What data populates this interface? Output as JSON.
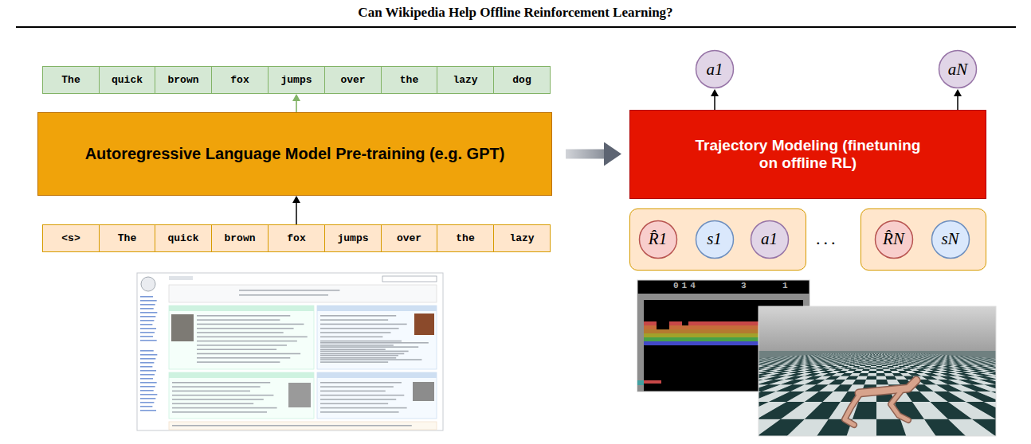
{
  "diagram": {
    "title": "Can Wikipedia Help Offline Reinforcement Learning?",
    "nodes": [
      {
        "text": [
          "The"
        ]
      },
      {
        "text": [
          "quick"
        ]
      },
      {
        "text": [
          "brown"
        ]
      },
      {
        "text": [
          "fox"
        ]
      },
      {
        "text": [
          "jumps"
        ]
      },
      {
        "text": [
          "over"
        ]
      },
      {
        "text": [
          "the"
        ]
      },
      {
        "text": [
          "lazy"
        ]
      },
      {
        "text": [
          "dog"
        ]
      },
      {
        "text": [
          "Autoregressive Language Model Pre-training (e.g. GPT)"
        ]
      },
      {
        "text": [
          "<s>"
        ]
      },
      {
        "text": [
          "The"
        ]
      },
      {
        "text": [
          "quick"
        ]
      },
      {
        "text": [
          "brown"
        ]
      },
      {
        "text": [
          "fox"
        ]
      },
      {
        "text": [
          "jumps"
        ]
      },
      {
        "text": [
          "over"
        ]
      },
      {
        "text": [
          "the"
        ]
      },
      {
        "text": [
          "lazy"
        ]
      },
      {
        "text": [
          "a1"
        ]
      },
      {
        "text": [
          "aN"
        ]
      },
      {
        "text": [
          "Trajectory Modeling (finetuning on offline RL)"
        ]
      },
      {
        "text": []
      },
      {
        "text": [
          "R̂1"
        ],
        "in": 22
      },
      {
        "text": [
          "s1"
        ],
        "in": 22
      },
      {
        "text": [
          "a1"
        ],
        "in": 22
      },
      {
        "text": []
      },
      {
        "text": [
          "R̂N"
        ],
        "in": 26
      },
      {
        "text": [
          "sN"
        ],
        "in": 26
      }
    ],
    "edges": [
      {
        "from": 9,
        "to": 4,
        "arrow": "to"
      },
      {
        "from": 14,
        "to": 9,
        "arrow": "to"
      },
      {
        "from": 9,
        "to": 21,
        "arrow": "to"
      },
      {
        "from": 21,
        "to": 19,
        "arrow": "to"
      },
      {
        "from": 21,
        "to": 20,
        "arrow": "to"
      }
    ],
    "labels": [
      "...",
      "014",
      "3",
      "1"
    ]
  }
}
